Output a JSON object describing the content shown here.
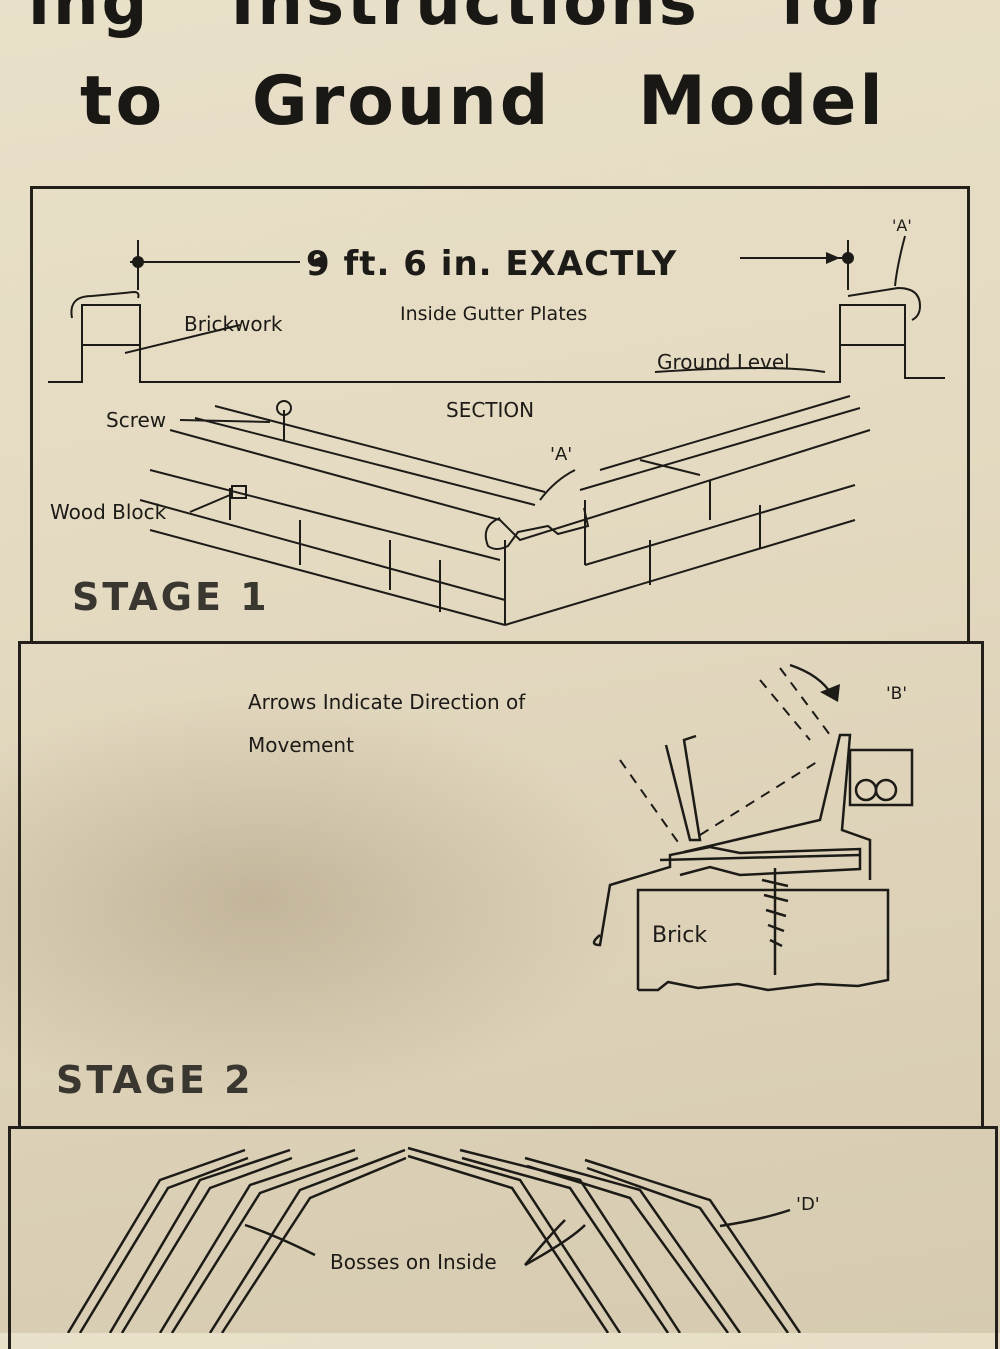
{
  "page": {
    "title_line_1": "ing Instructions for",
    "title_line_2": "to Ground Model"
  },
  "stage_1": {
    "dimension": "9 ft. 6 in. EXACTLY",
    "subtitle": "Inside Gutter Plates",
    "label_a_top": "'A'",
    "brickwork": "Brickwork",
    "ground_level": "Ground Level",
    "section": "SECTION",
    "screw": "Screw",
    "label_a": "'A'",
    "wood_block": "Wood Block",
    "stage_label": "STAGE 1"
  },
  "stage_2": {
    "arrows_note_line_1": "Arrows Indicate Direction of",
    "arrows_note_line_2": "Movement",
    "label_b": "'B'",
    "brick": "Brick",
    "stage_label": "STAGE 2"
  },
  "stage_3": {
    "label_d": "'D'",
    "bosses": "Bosses on Inside"
  }
}
